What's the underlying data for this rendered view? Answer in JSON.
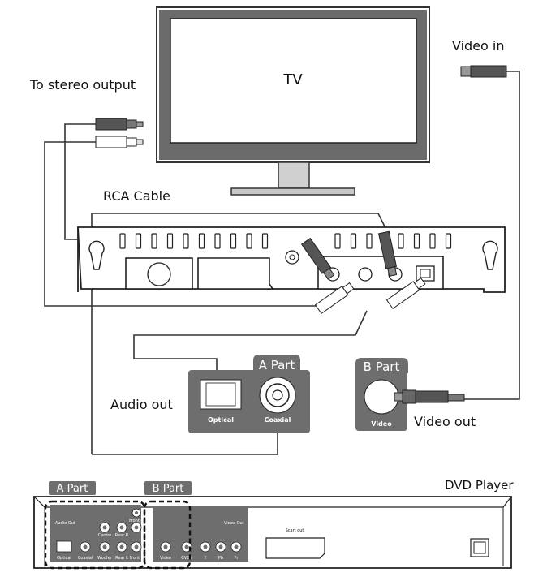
{
  "labels": {
    "tv": "TV",
    "video_in": "Video in",
    "stereo_output": "To stereo output",
    "rca_cable": "RCA Cable",
    "audio_out": "Audio out",
    "video_out": "Video out",
    "dvd_player": "DVD Player"
  },
  "badges": {
    "a_part": "A Part",
    "b_part": "B Part"
  },
  "panel_a": {
    "optical": "Optical",
    "coaxial": "Coaxial"
  },
  "panel_b": {
    "video": "Video"
  },
  "dvd_panel": {
    "audio_out": "Audio Out",
    "video_out": "Video Out",
    "scart_out": "Scart out",
    "optical": "Optical",
    "coaxial": "Coaxial",
    "video": "Video",
    "centre": "Centre",
    "rear_r": "Rear R",
    "woofer": "Woofer",
    "rear_l": "Rear L",
    "front_r": "Front R",
    "front_l": "Front L",
    "y": "Y",
    "pb": "Pb",
    "pr": "Pr",
    "cvbs": "CVBS"
  },
  "colors": {
    "panel": "#6e6e6e",
    "cable": "#333333",
    "connector_dark": "#555555"
  }
}
